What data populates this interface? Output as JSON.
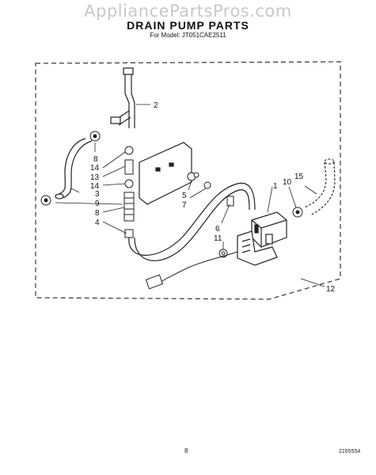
{
  "watermark": "AppliancePartsPros.com",
  "title": "DRAIN PUMP PARTS",
  "model_line": "For Model: JT051CAE2511",
  "page_number": "8",
  "doc_number": "2165554",
  "callouts": {
    "c1": "1",
    "c2": "2",
    "c3": "3",
    "c4": "4",
    "c5": "5",
    "c6": "6",
    "c7": "7",
    "c8a": "8",
    "c8b": "8",
    "c9": "9",
    "c10": "10",
    "c11": "11",
    "c12": "12",
    "c13": "13",
    "c14a": "14",
    "c14b": "14",
    "c15": "15"
  }
}
